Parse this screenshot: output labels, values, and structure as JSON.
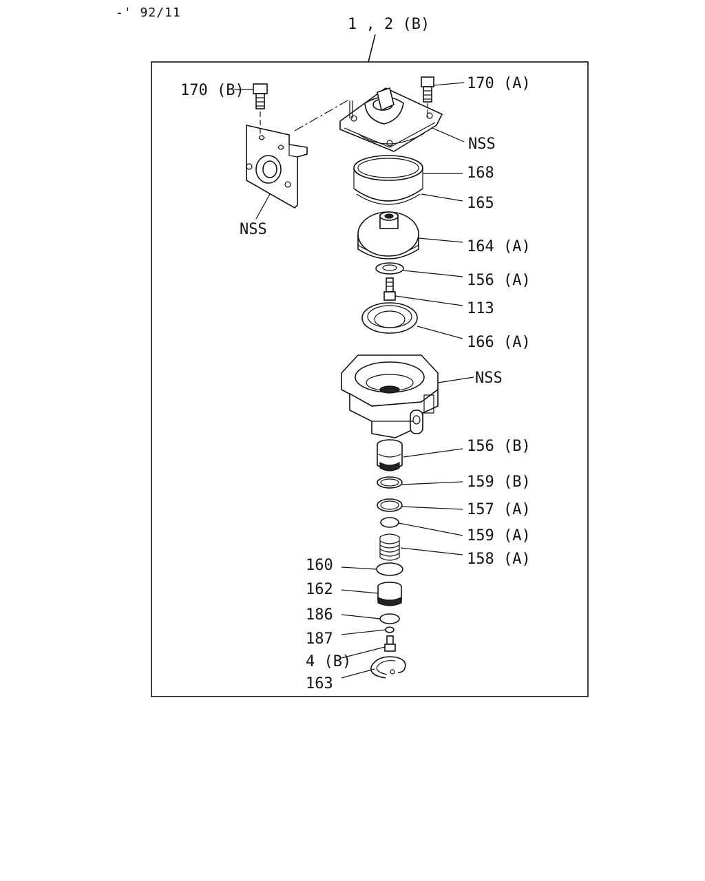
{
  "header": {
    "date_code": "-' 92/11",
    "assembly_ref": "1 , 2 (B)"
  },
  "callouts": [
    {
      "id": "c-170b",
      "label": "170 (B)"
    },
    {
      "id": "c-170a",
      "label": "170 (A)"
    },
    {
      "id": "c-nss-top",
      "label": "NSS"
    },
    {
      "id": "c-168",
      "label": "168"
    },
    {
      "id": "c-165",
      "label": "165"
    },
    {
      "id": "c-nss-bracket",
      "label": "NSS"
    },
    {
      "id": "c-164a",
      "label": "164 (A)"
    },
    {
      "id": "c-156a",
      "label": "156 (A)"
    },
    {
      "id": "c-113",
      "label": "113"
    },
    {
      "id": "c-166a",
      "label": "166 (A)"
    },
    {
      "id": "c-nss-body",
      "label": "NSS"
    },
    {
      "id": "c-156b",
      "label": "156 (B)"
    },
    {
      "id": "c-159b",
      "label": "159 (B)"
    },
    {
      "id": "c-157a",
      "label": "157 (A)"
    },
    {
      "id": "c-159a",
      "label": "159 (A)"
    },
    {
      "id": "c-158a",
      "label": "158 (A)"
    },
    {
      "id": "c-160",
      "label": "160"
    },
    {
      "id": "c-162",
      "label": "162"
    },
    {
      "id": "c-186",
      "label": "186"
    },
    {
      "id": "c-187",
      "label": "187"
    },
    {
      "id": "c-4b",
      "label": "4 (B)"
    },
    {
      "id": "c-163",
      "label": "163"
    }
  ]
}
